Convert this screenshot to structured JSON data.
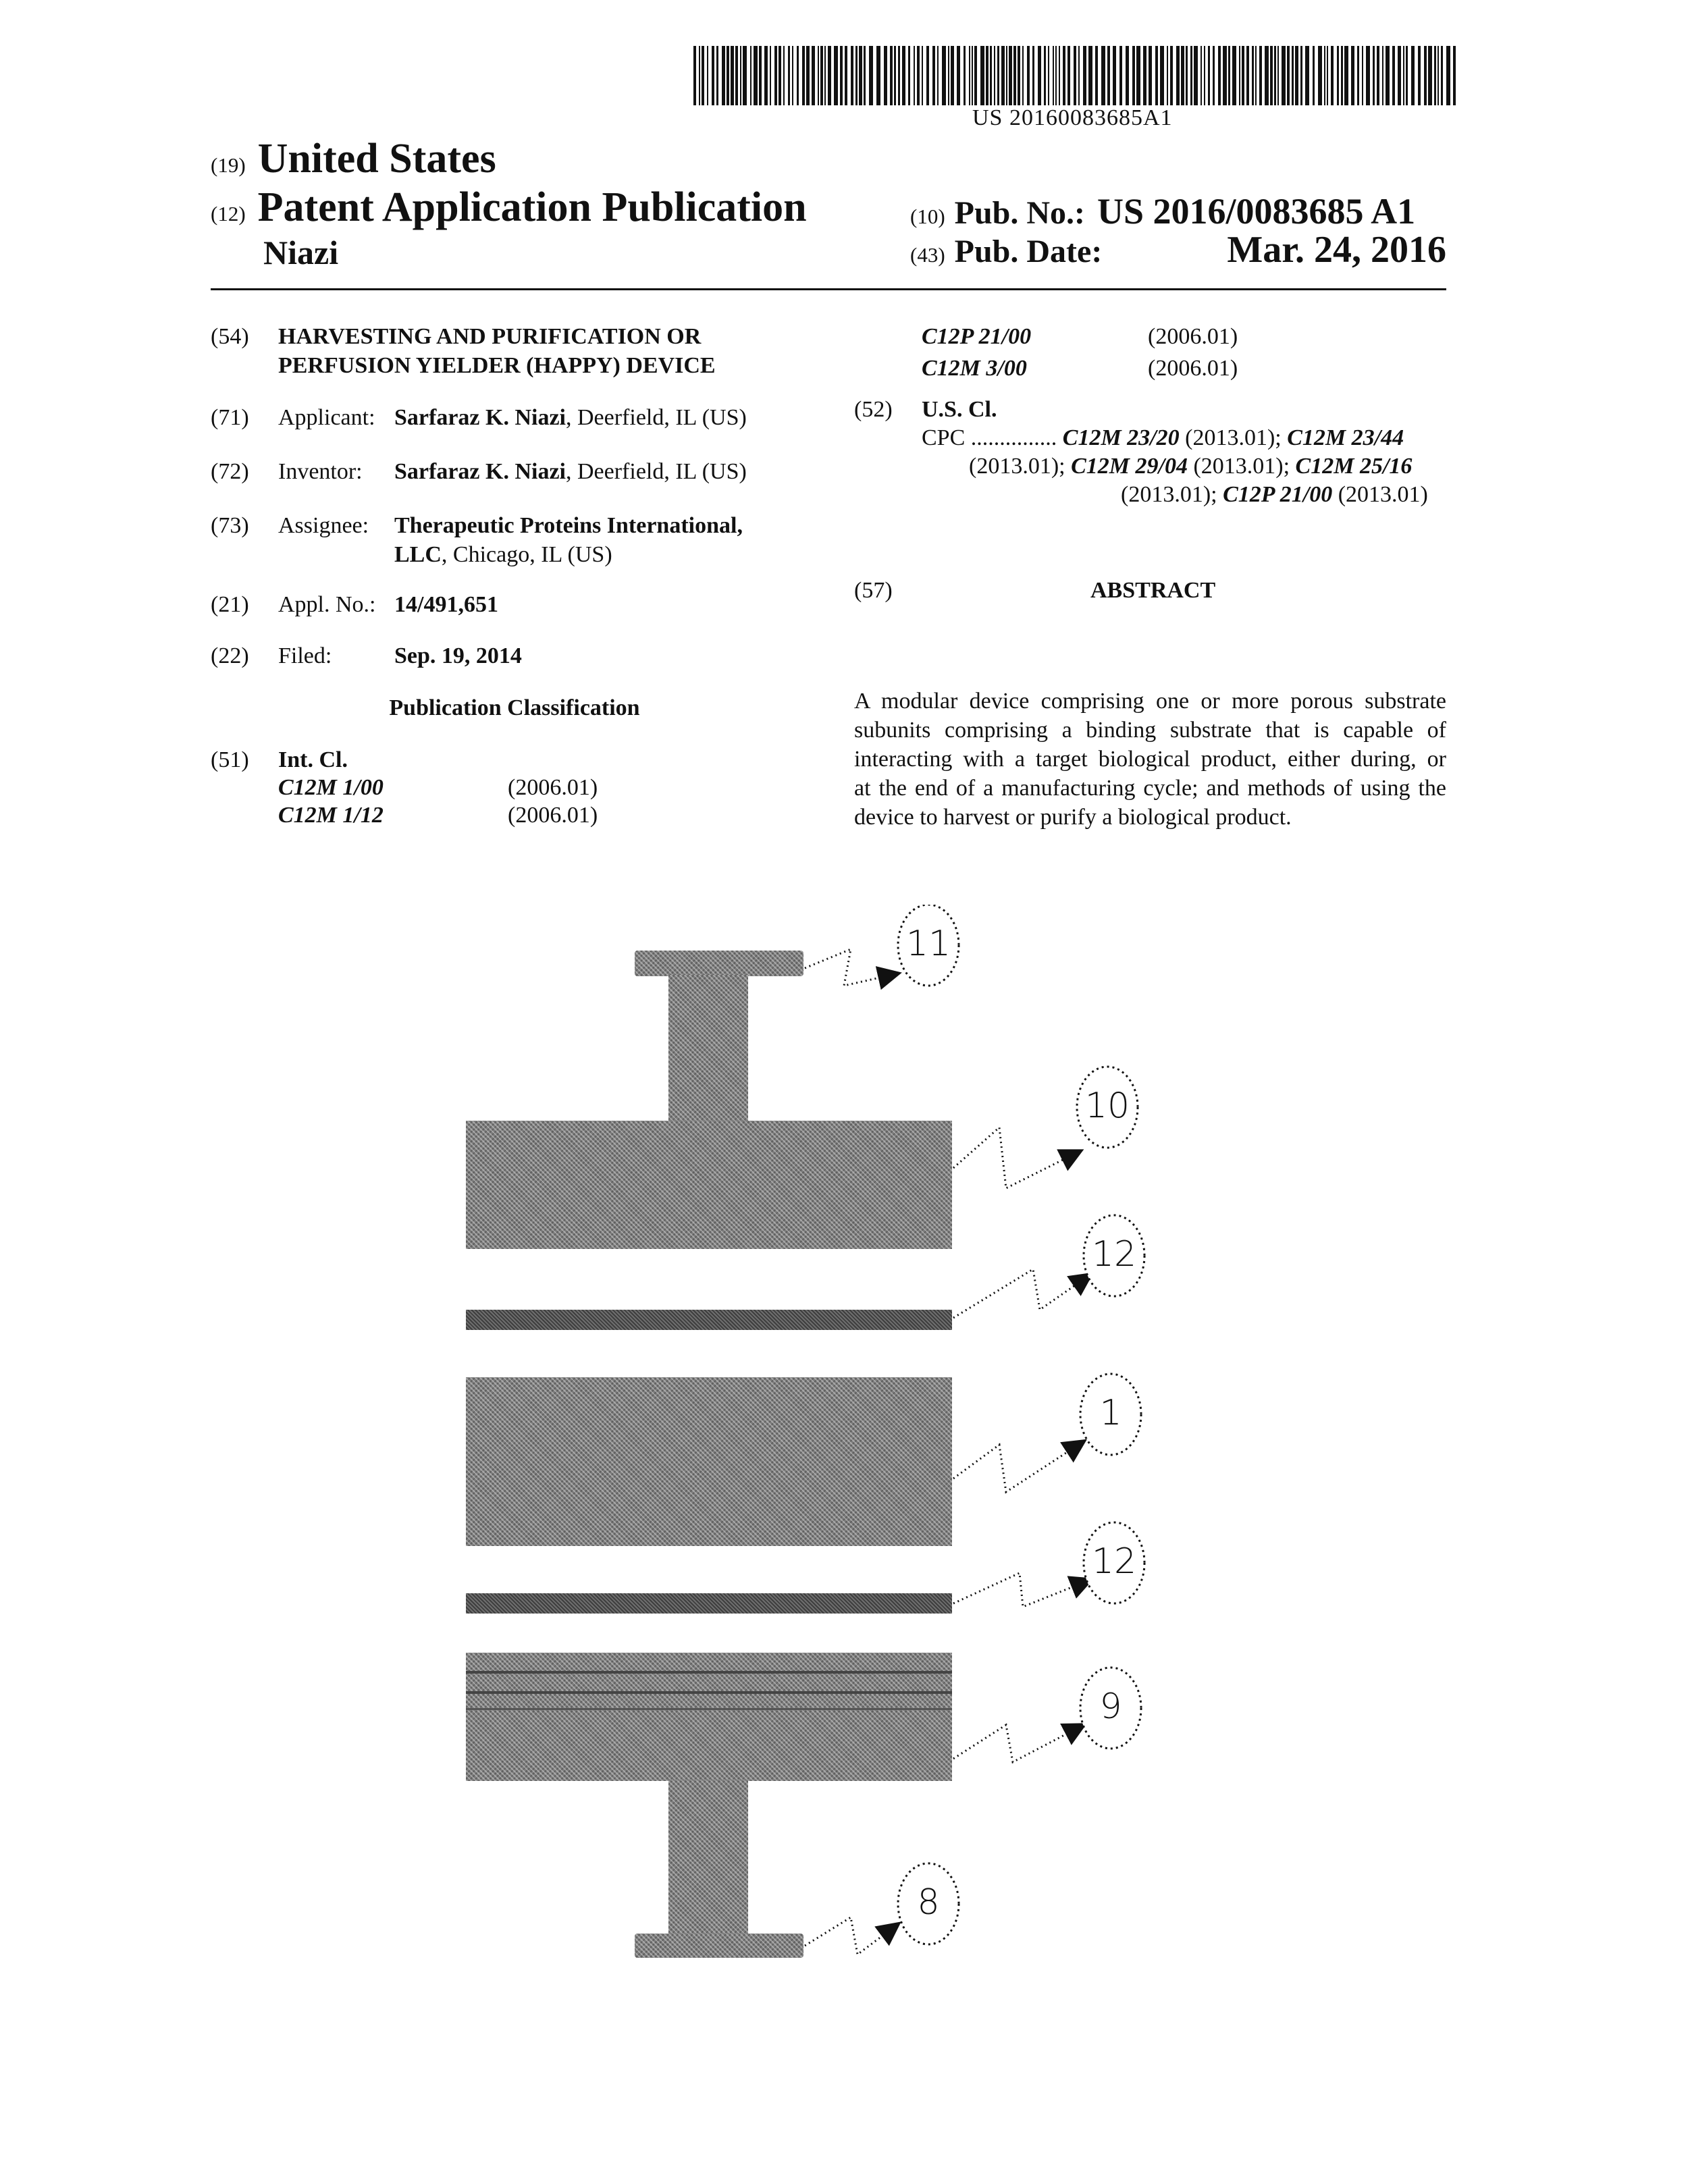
{
  "header": {
    "barcode_text": "US 20160083685A1",
    "tag19": "(19)",
    "country": "United States",
    "tag12": "(12)",
    "pub_type": "Patent Application Publication",
    "author": "Niazi",
    "tag10": "(10)",
    "pub_no_label": "Pub. No.:",
    "pub_no": "US 2016/0083685 A1",
    "tag43": "(43)",
    "pub_date_label": "Pub. Date:",
    "pub_date": "Mar. 24, 2016"
  },
  "left": {
    "title": {
      "tag": "(54)",
      "line1": "HARVESTING AND PURIFICATION OR",
      "line2": "PERFUSION YIELDER (HAPPY) DEVICE"
    },
    "applicant": {
      "tag": "(71)",
      "label": "Applicant:",
      "name": "Sarfaraz K. Niazi",
      "loc": ", Deerfield, IL (US)"
    },
    "inventor": {
      "tag": "(72)",
      "label": "Inventor:",
      "name": "Sarfaraz K. Niazi",
      "loc": ", Deerfield, IL (US)"
    },
    "assignee": {
      "tag": "(73)",
      "label": "Assignee:",
      "name1": "Therapeutic Proteins International,",
      "name2": "LLC",
      "loc": ", Chicago, IL (US)"
    },
    "appl": {
      "tag": "(21)",
      "label": "Appl. No.:",
      "value": "14/491,651"
    },
    "filed": {
      "tag": "(22)",
      "label": "Filed:",
      "value": "Sep. 19, 2014"
    },
    "pub_class_heading": "Publication Classification",
    "intcl": {
      "tag": "(51)",
      "label": "Int. Cl.",
      "items": [
        {
          "code": "C12M 1/00",
          "ver": "(2006.01)"
        },
        {
          "code": "C12M 1/12",
          "ver": "(2006.01)"
        }
      ]
    }
  },
  "right": {
    "intcl_cont": [
      {
        "code": "C12P 21/00",
        "ver": "(2006.01)"
      },
      {
        "code": "C12M 3/00",
        "ver": "(2006.01)"
      }
    ],
    "uscl": {
      "tag": "(52)",
      "label": "U.S. Cl.",
      "cpc": "CPC",
      "dots": " ...............",
      "c1": "C12M 23/20",
      "v1": " (2013.01); ",
      "c2": "C12M 23/44",
      "v2": "(2013.01); ",
      "c3": "C12M 29/04",
      "v3": " (2013.01); ",
      "c4": "C12M 25/16",
      "v4": "(2013.01); ",
      "c5": "C12P 21/00",
      "v5": " (2013.01)"
    },
    "abstract": {
      "tag": "(57)",
      "heading": "ABSTRACT",
      "lines": [
        "A modular device comprising one or more porous substrate",
        "subunits comprising a binding substrate that is capable of",
        "interacting with a target biological product, either during, or",
        "at the end of a manufacturing cycle; and methods of using the",
        "device to harvest or purify a biological product."
      ]
    }
  },
  "figure": {
    "labels": [
      "11",
      "10",
      "12",
      "1",
      "12",
      "9",
      "8"
    ]
  }
}
